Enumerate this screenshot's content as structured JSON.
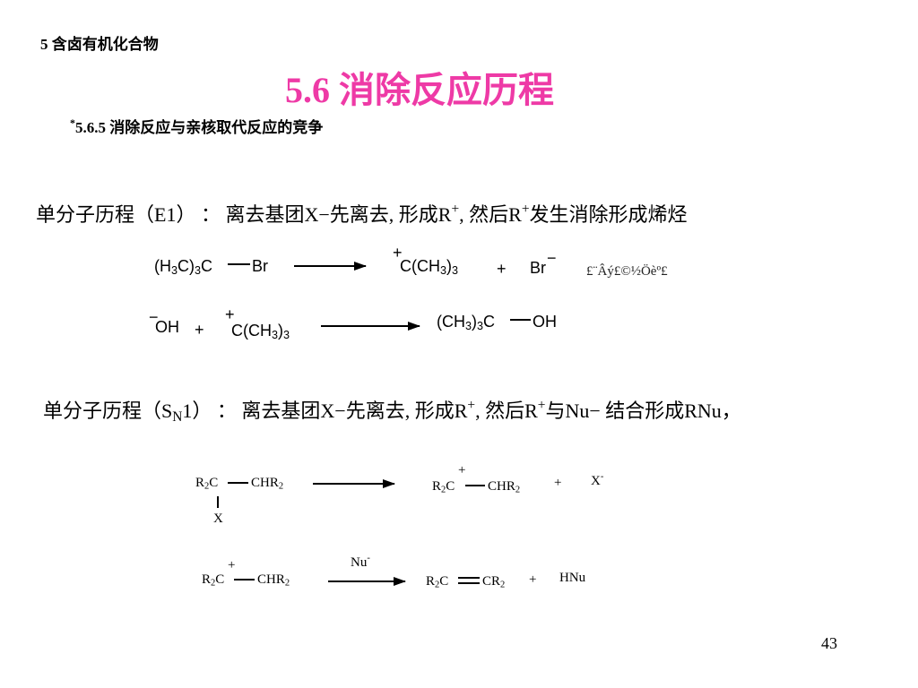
{
  "header": {
    "chapter": "5  含卤有机化合物",
    "title": "5.6  消除反应历程",
    "subsection_star": "*",
    "subsection": "5.6.5  消除反应与亲核取代反应的竞争"
  },
  "e1": {
    "label_text": "单分子历程（E1） ：  离去基团X",
    "minus": "−",
    "rest1": "先离去, 形成R",
    "plus_sup": "+",
    "rest2": ", 然后R",
    "plus_sup2": "+",
    "rest3": "发生消除形成烯烃",
    "rxn1": {
      "reactant_main": "(H",
      "reactant_sub1": "3",
      "reactant_mid": "C)",
      "reactant_sub2": "3",
      "reactant_tail": "C",
      "reactant_br": "Br",
      "prod_charge": "+",
      "prod_main": "C(CH",
      "prod_sub1": "3",
      "prod_mid": ")",
      "prod_sub2": "3",
      "plus": "+",
      "br": "Br",
      "br_charge": "−",
      "garbled": "£¨Âý£©½Öèº£"
    },
    "rxn2": {
      "oh_charge": "−",
      "oh": "OH",
      "plus": "+",
      "cat_charge": "+",
      "cat_main": "C(CH",
      "cat_sub1": "3",
      "cat_mid": ")",
      "cat_sub2": "3",
      "prod_main": "(CH",
      "prod_sub1": "3",
      "prod_mid": ")",
      "prod_sub2": "3",
      "prod_c": "C",
      "prod_oh": "OH"
    }
  },
  "sn1": {
    "label_a": "单分子历程（S",
    "label_sub": "N",
    "label_b": "1） ：  离去基团X",
    "minus": "−",
    "rest1": "先离去, 形成R",
    "plus_sup": "+",
    "rest2": ", 然后R",
    "plus_sup2": "+",
    "rest3": "与Nu",
    "minus2": "−",
    "rest4": " 结合形成RNu，",
    "rxn3": {
      "r": "R",
      "r_sub": "2",
      "c": "C",
      "chr": "CHR",
      "chr_sub": "2",
      "x": "X",
      "prod_charge": "+",
      "plus": "+",
      "x_ion": "X",
      "x_charge": "-"
    },
    "rxn4": {
      "charge": "+",
      "r": "R",
      "r_sub": "2",
      "c": "C",
      "chr": "CHR",
      "chr_sub": "2",
      "nu": "Nu",
      "nu_charge": "-",
      "prod_r": "R",
      "prod_r_sub": "2",
      "prod_c": "C",
      "prod_cr": "CR",
      "prod_cr_sub": "2",
      "plus": "+",
      "hnu": "HNu"
    }
  },
  "footer": {
    "page_number": "43"
  }
}
